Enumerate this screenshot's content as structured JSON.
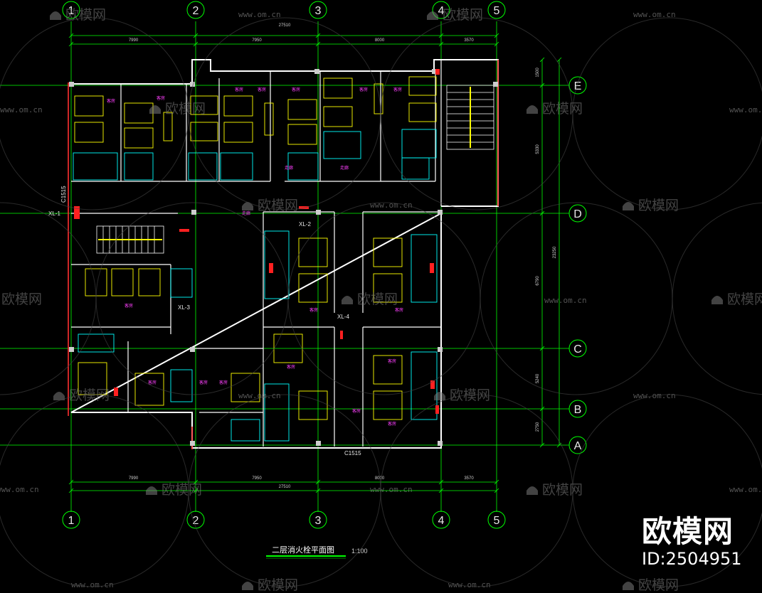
{
  "drawing": {
    "title": "二层消火栓平面图",
    "scale": "1:100",
    "grid_columns": [
      "1",
      "2",
      "3",
      "4",
      "5"
    ],
    "grid_rows": [
      "E",
      "D",
      "C",
      "B",
      "A"
    ],
    "top_dims": [
      "7990",
      "7950",
      "8000",
      "3570"
    ],
    "top_total": "27510",
    "bottom_dims": [
      "7990",
      "7950",
      "8000",
      "3570"
    ],
    "bottom_total": "27510",
    "right_dims": [
      "1500",
      "5330",
      "6790",
      "5240",
      "2750"
    ],
    "right_total": "23250",
    "tags": {
      "window_left": "C1515",
      "window_bottom": "C1515",
      "xl1": "XL-1",
      "xl2": "XL-2",
      "xl3": "XL-3",
      "xl4": "XL-4"
    },
    "colors": {
      "grid": "#00ff00",
      "wall": "#ffffff",
      "furniture": "#ffff00",
      "fixture": "#00ffff",
      "hydrant": "#ff0000",
      "label": "#ff40ff"
    }
  },
  "watermark": {
    "brand": "欧模网",
    "url": "www.om.cn",
    "id": "ID:2504951"
  }
}
